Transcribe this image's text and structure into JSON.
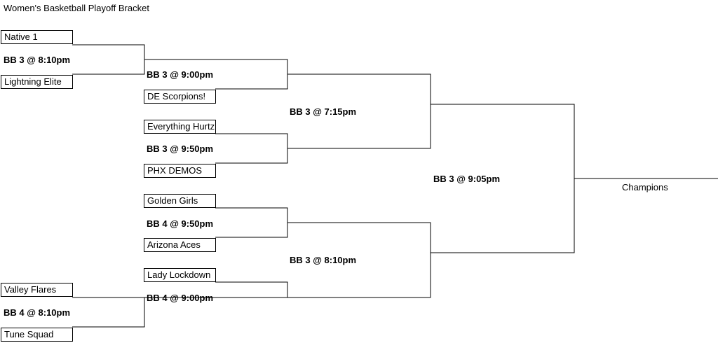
{
  "title": "Women's Basketball Playoff Bracket",
  "round1": {
    "teams": [
      "Native 1",
      "Lightning Elite",
      "Valley Flares",
      "Tune Squad"
    ],
    "games": [
      "BB 3 @ 8:10pm",
      "BB 4 @ 8:10pm"
    ]
  },
  "round2": {
    "teams": [
      "DE Scorpions!",
      "Everything Hurtz",
      "PHX DEMOS",
      "Golden Girls",
      "Arizona Aces",
      "Lady Lockdown"
    ],
    "games": [
      "BB 3 @ 9:00pm",
      "BB 3 @ 9:50pm",
      "BB 4 @ 9:50pm",
      "BB 4 @ 9:00pm"
    ]
  },
  "round3": {
    "games": [
      "BB 3 @ 7:15pm",
      "BB 3 @ 8:10pm"
    ]
  },
  "final": {
    "game": "BB 3 @ 9:05pm",
    "champion_label": "Champions"
  }
}
